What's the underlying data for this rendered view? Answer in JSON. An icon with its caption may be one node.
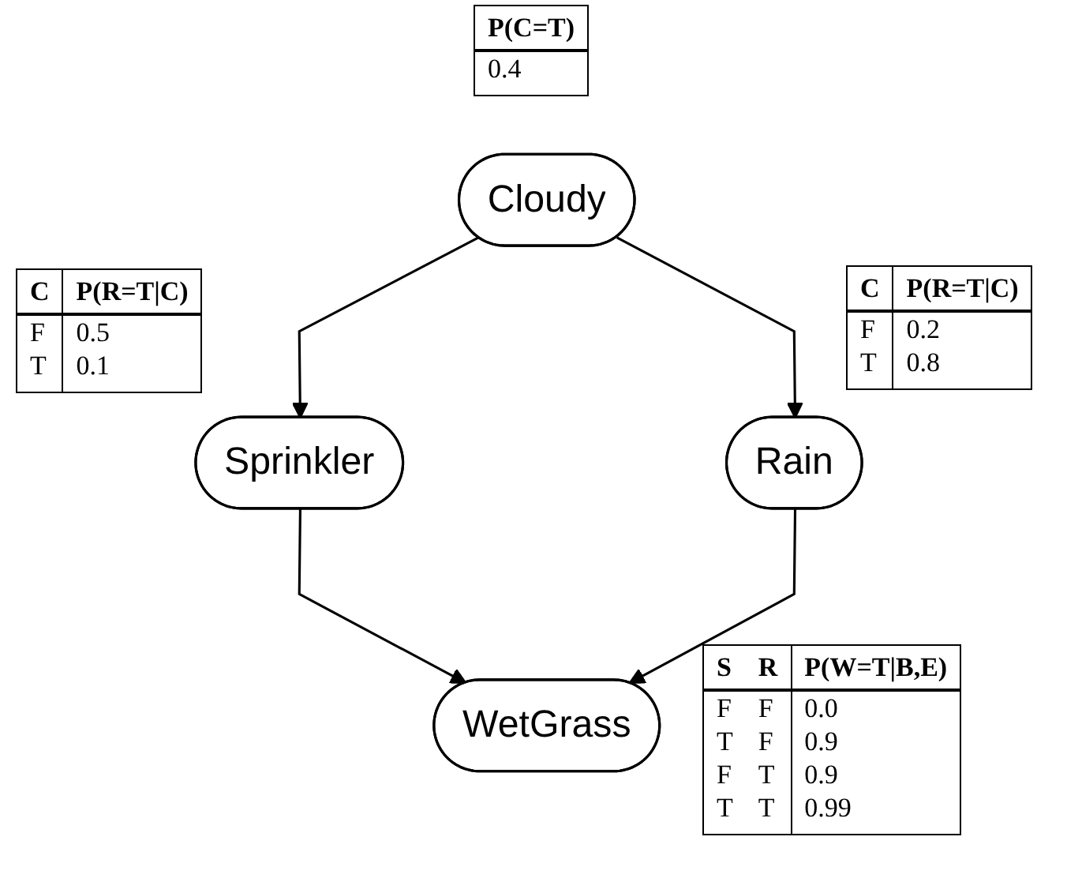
{
  "diagram": {
    "nodes": [
      {
        "text": [
          "Cloudy"
        ]
      },
      {
        "text": [
          "Sprinkler"
        ]
      },
      {
        "text": [
          "Rain"
        ]
      },
      {
        "text": [
          "WetGrass"
        ]
      }
    ],
    "edges": [
      {
        "from": 0,
        "to": 1,
        "arrow": "to"
      },
      {
        "from": 0,
        "to": 2,
        "arrow": "to"
      },
      {
        "from": 1,
        "to": 3,
        "arrow": "to"
      },
      {
        "from": 2,
        "to": 3,
        "arrow": "to"
      }
    ],
    "labels": [
      "P(C=T)",
      "0.4",
      "C",
      "P(R=T|C)",
      "F",
      "0.5",
      "T",
      "0.1",
      "C",
      "P(R=T|C)",
      "F",
      "0.2",
      "T",
      "0.8",
      "S",
      "R",
      "P(W=T|B,E)",
      "F",
      "F",
      "0.0",
      "T",
      "F",
      "0.9",
      "F",
      "T",
      "0.9",
      "T",
      "T",
      "0.99"
    ]
  }
}
